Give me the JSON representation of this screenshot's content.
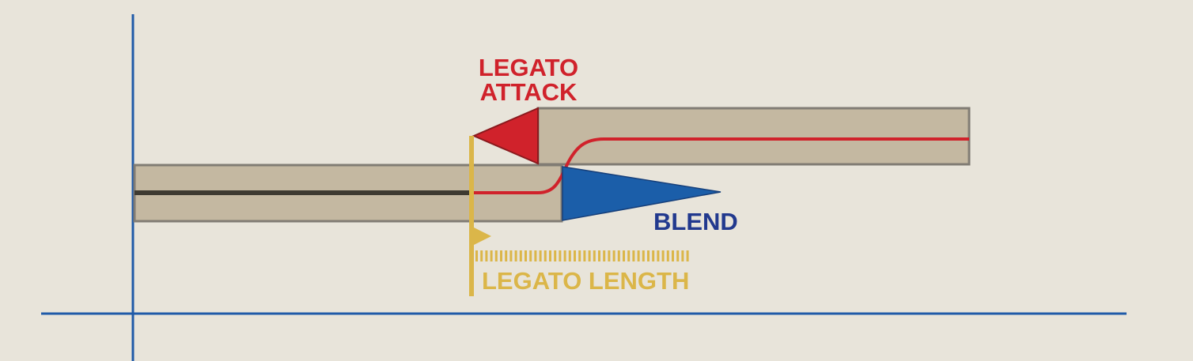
{
  "colors": {
    "background": "#e8e4da",
    "axis": "#1f5aa8",
    "note_fill": "#c4b8a1",
    "note_border": "#817c74",
    "dark_line": "#3e3a31",
    "attack": "#d0222b",
    "attack_outline": "#8a1a1e",
    "blend": "#1b5ea9",
    "blend_outline": "#163f7a",
    "blend_text": "#22398e",
    "length": "#dbb649"
  },
  "labels": {
    "legato_attack_line1": "LEGATO",
    "legato_attack_line2": "ATTACK",
    "blend": "BLEND",
    "legato_length": "LEGATO LENGTH"
  }
}
